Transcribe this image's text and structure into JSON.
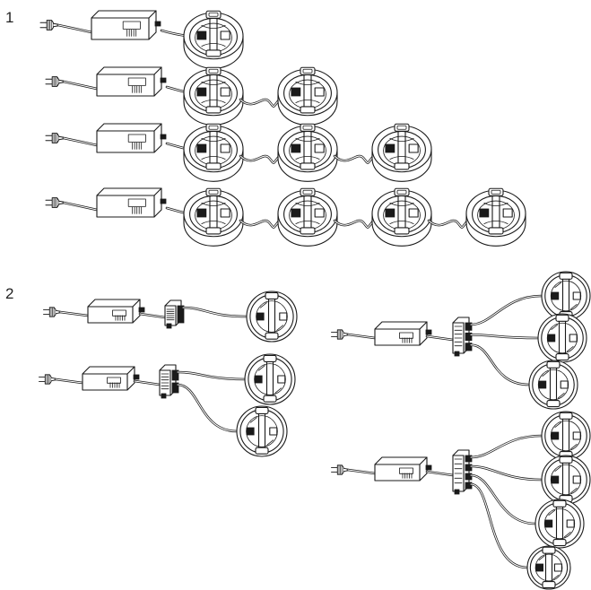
{
  "steps": [
    {
      "label": "1"
    },
    {
      "label": "2"
    }
  ],
  "step1_rows": [
    1,
    2,
    3,
    4
  ],
  "step2_groups": [
    1,
    2,
    3,
    4
  ],
  "colors": {
    "line": "#1a1a1a",
    "background": "#ffffff"
  }
}
